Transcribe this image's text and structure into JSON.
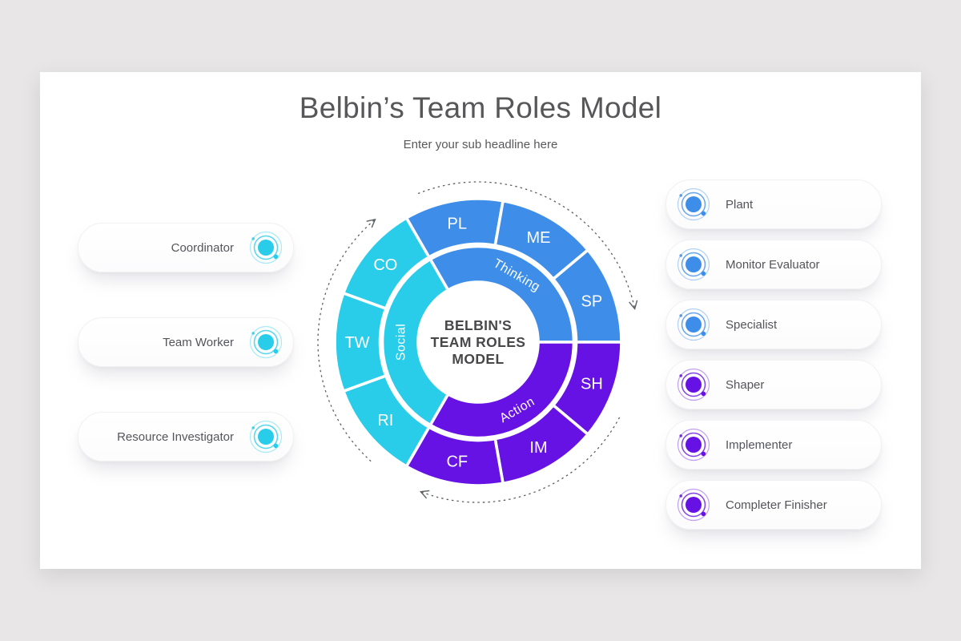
{
  "slide": {
    "title": "Belbin’s Team Roles Model",
    "subtitle": "Enter your sub headline here"
  },
  "colors": {
    "thinking_blue": "#3E8EE9",
    "social_cyan": "#29CDEA",
    "action_purple": "#6712E4",
    "arrow_gray": "#5a5f63",
    "center_text": "#48484b"
  },
  "wheel": {
    "center_lines": [
      "BELBIN'S",
      "TEAM ROLES",
      "MODEL"
    ],
    "groups": [
      {
        "name": "Thinking",
        "color": "thinking_blue",
        "start_angle": -30,
        "end_angle": 90,
        "segments": [
          "PL",
          "ME",
          "SP"
        ]
      },
      {
        "name": "Action",
        "color": "action_purple",
        "start_angle": 90,
        "end_angle": 210,
        "segments": [
          "SH",
          "IM",
          "CF"
        ]
      },
      {
        "name": "Social",
        "color": "social_cyan",
        "start_angle": 210,
        "end_angle": 330,
        "segments": [
          "RI",
          "TW",
          "CO"
        ]
      }
    ]
  },
  "left_roles": [
    {
      "label": "Coordinator",
      "color": "social_cyan"
    },
    {
      "label": "Team Worker",
      "color": "social_cyan"
    },
    {
      "label": "Resource Investigator",
      "color": "social_cyan"
    }
  ],
  "right_roles": [
    {
      "label": "Plant",
      "color": "thinking_blue"
    },
    {
      "label": "Monitor Evaluator",
      "color": "thinking_blue"
    },
    {
      "label": "Specialist",
      "color": "thinking_blue"
    },
    {
      "label": "Shaper",
      "color": "action_purple"
    },
    {
      "label": "Implementer",
      "color": "action_purple"
    },
    {
      "label": "Completer Finisher",
      "color": "action_purple"
    }
  ]
}
